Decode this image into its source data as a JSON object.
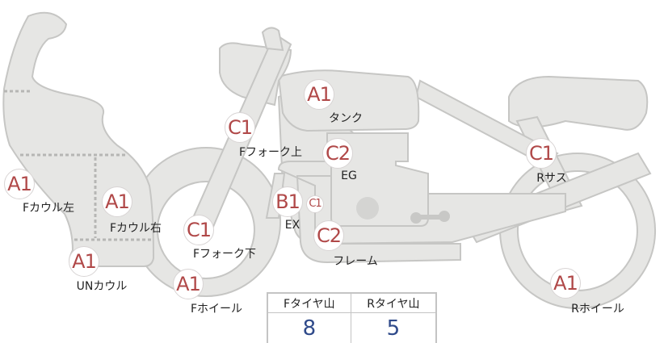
{
  "parts": [
    {
      "id": "f-cowl-left",
      "grade": "A1",
      "label": "Fカウル左"
    },
    {
      "id": "f-cowl-right",
      "grade": "A1",
      "label": "Fカウル右"
    },
    {
      "id": "un-cowl",
      "grade": "A1",
      "label": "UNカウル"
    },
    {
      "id": "f-fork-upper",
      "grade": "C1",
      "label": "Fフォーク上"
    },
    {
      "id": "f-fork-lower",
      "grade": "C1",
      "label": "Fフォーク下"
    },
    {
      "id": "f-wheel",
      "grade": "A1",
      "label": "Fホイール"
    },
    {
      "id": "tank",
      "grade": "A1",
      "label": "タンク"
    },
    {
      "id": "engine",
      "grade": "C2",
      "label": "EG"
    },
    {
      "id": "exhaust",
      "grade": "B1",
      "label": "EX"
    },
    {
      "id": "exhaust-sub",
      "grade": "C1"
    },
    {
      "id": "frame",
      "grade": "C2",
      "label": "フレーム"
    },
    {
      "id": "r-suspension",
      "grade": "C1",
      "label": "Rサス"
    },
    {
      "id": "r-wheel",
      "grade": "A1",
      "label": "Rホイール"
    }
  ],
  "tread": {
    "front_label": "Fタイヤ山",
    "rear_label": "Rタイヤ山",
    "front_value": "8",
    "rear_value": "5"
  },
  "colors": {
    "grade": "#b04848",
    "value": "#2f4a8a",
    "part_fill": "#e6e6e4"
  }
}
